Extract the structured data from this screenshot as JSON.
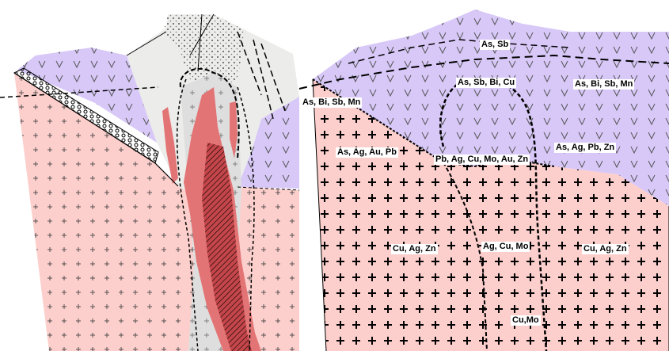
{
  "colors": {
    "granite": "#fccfcc",
    "volcanic": "#d8c8f8",
    "breccia": "#ececea",
    "dike": "#e37475",
    "core": "#c5464a",
    "line": "#000000",
    "label_bg": "#ffffff"
  },
  "left_panel": {
    "units": [
      "granite-intrusion",
      "volcanic-cover",
      "breccia-pipe",
      "red-dike",
      "hatched-core"
    ]
  },
  "right_panel": {
    "zones": [
      {
        "label": "As, Sb"
      },
      {
        "label": "As, Sb, Bi, Cu"
      },
      {
        "label": "As, Bi, Sb, Mn"
      },
      {
        "label": "As, Bi, Sb, Mn"
      },
      {
        "label": "As, Ag, Au, Pb"
      },
      {
        "label": "Pb, Ag, Cu, Mo, Au, Zn"
      },
      {
        "label": "As, Ag, Pb, Zn"
      },
      {
        "label": "Cu, Ag, Zn"
      },
      {
        "label": "Ag, Cu, Mo"
      },
      {
        "label": "Cu, Ag, Zn"
      },
      {
        "label": "Cu,Mo"
      }
    ]
  }
}
